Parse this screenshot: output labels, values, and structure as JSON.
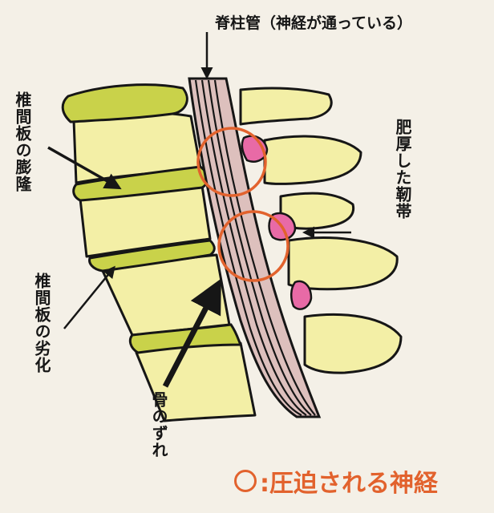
{
  "labels": {
    "spinal_canal": "脊柱管（神経が通っている）",
    "disc_bulge": "椎間板の膨隆",
    "disc_degeneration": "椎間板の劣化",
    "ligament": "肥厚した靭帯",
    "bone_slip": "骨のずれ"
  },
  "legend": {
    "symbol": "○",
    "text": ":圧迫される神経"
  },
  "colors": {
    "background": "#f4f0e7",
    "vertebra": "#f3efa6",
    "disc": "#c9d24a",
    "ligament": "#e86aa6",
    "nerve_canal": "#ddc0bd",
    "highlight_circle": "#e2622d",
    "ink": "#161616"
  }
}
